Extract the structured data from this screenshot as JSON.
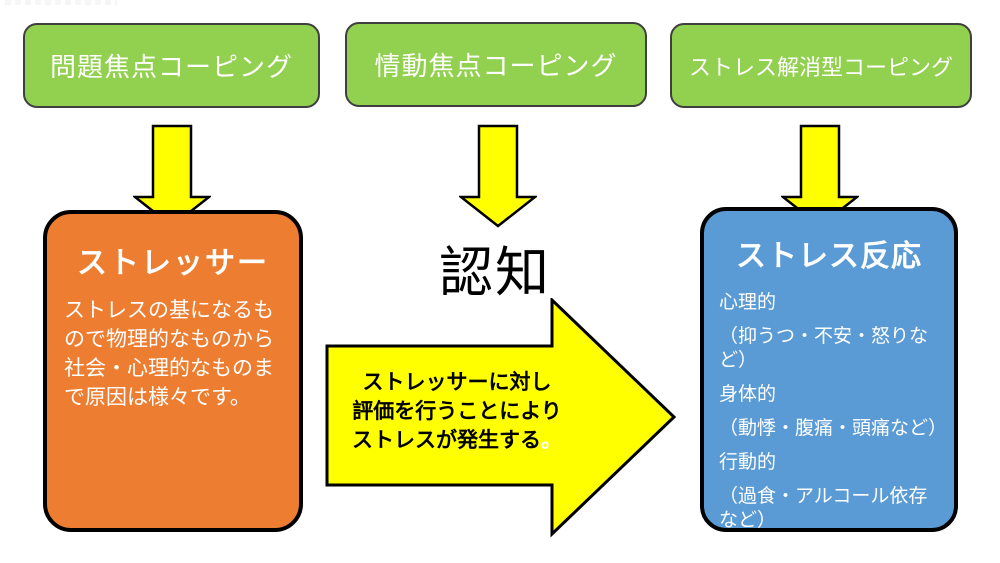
{
  "diagram": {
    "coping_boxes": [
      {
        "label": "問題焦点コーピング"
      },
      {
        "label": "情動焦点コーピング"
      },
      {
        "label": "ストレス解消型コーピング"
      }
    ],
    "stressor_box": {
      "title": "ストレッサー",
      "body": "ストレスの基になるもので物理的なものから社会・心理的なものまで原因は様々です。"
    },
    "cognition_label": "認知",
    "process_arrow": {
      "line1": "ストレッサーに対し",
      "line2": "評価を行うことにより",
      "line3": "ストレスが発生する",
      "line3_period": "。"
    },
    "response_box": {
      "title": "ストレス反応",
      "items": [
        "心理的",
        "（抑うつ・不安・怒りなど）",
        "身体的",
        "（動悸・腹痛・頭痛など）",
        "行動的",
        "（過食・アルコール依存など）"
      ]
    },
    "icons": {
      "down_arrow": "down-arrow-icon",
      "right_arrow": "right-arrow-icon"
    },
    "colors": {
      "coping_green": "#92D050",
      "stressor_orange": "#ED7D31",
      "response_blue": "#5B9BD5",
      "arrow_yellow": "#FFFF00",
      "outline": "#000000",
      "text_white": "#FFFFFF",
      "text_black": "#000000"
    }
  }
}
